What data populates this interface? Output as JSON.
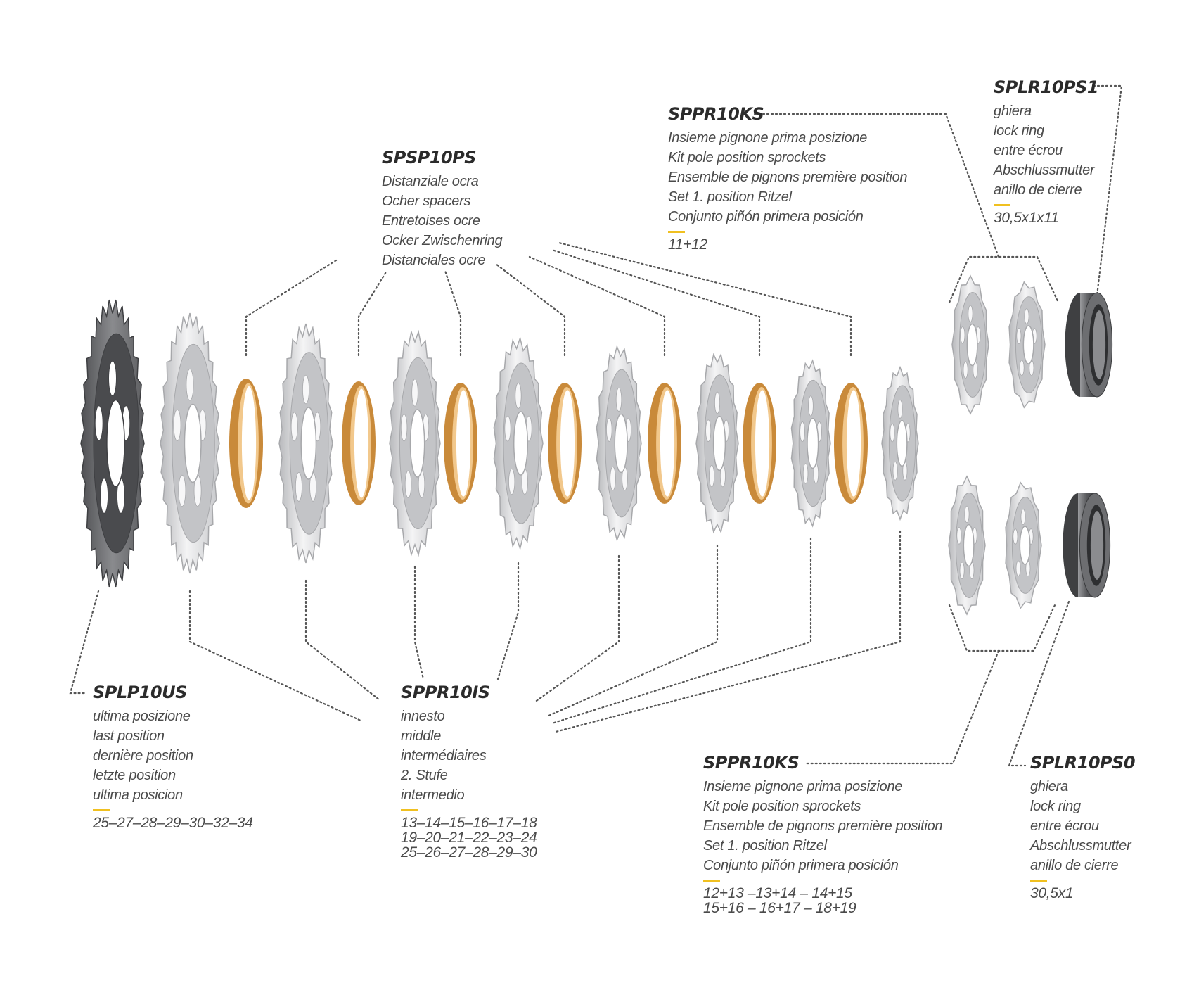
{
  "colors": {
    "accent": "#f0c020",
    "spacer_outer": "#c98a3a",
    "spacer_inner": "#f2c88c",
    "sprocket_silver": "#d9dadc",
    "sprocket_dark": "#6a6b6e",
    "lockring": "#555658",
    "leader": "#555555"
  },
  "labels": {
    "sps": {
      "code": "SPSP10PS",
      "desc": [
        "Distanziale ocra",
        "Ocher spacers",
        "Entretoises ocre",
        "Ocker Zwischenring",
        "Distanciales ocre"
      ],
      "sizes": []
    },
    "kstop": {
      "code": "SPPR10KS",
      "desc": [
        "Insieme pignone prima posizione",
        "Kit pole position sprockets",
        "Ensemble de pignons première position",
        "Set 1. position Ritzel",
        "Conjunto piñón primera posición"
      ],
      "sizes": [
        "11+12"
      ]
    },
    "ps1": {
      "code": "SPLR10PS1",
      "desc": [
        "ghiera",
        "lock ring",
        "entre écrou",
        "Abschlussmutter",
        "anillo de cierre"
      ],
      "sizes": [
        "30,5x1x11"
      ]
    },
    "us": {
      "code": "SPLP10US",
      "desc": [
        "ultima posizione",
        "last position",
        "dernière position",
        "letzte position",
        "ultima posicion"
      ],
      "sizes": [
        "25–27–28–29–30–32–34"
      ]
    },
    "is": {
      "code": "SPPR10IS",
      "desc": [
        "innesto",
        "middle",
        "intermédiaires",
        "2. Stufe",
        "intermedio"
      ],
      "sizes": [
        "13–14–15–16–17–18",
        "19–20–21–22–23–24",
        "25–26–27–28–29–30"
      ]
    },
    "ksbottom": {
      "code": "SPPR10KS",
      "desc": [
        "Insieme pignone prima posizione",
        "Kit pole position sprockets",
        "Ensemble de pignons première position",
        "Set 1. position Ritzel",
        "Conjunto piñón primera posición"
      ],
      "sizes": [
        "12+13 –13+14 – 14+15",
        "15+16 – 16+17 – 18+19"
      ]
    },
    "ps0": {
      "code": "SPLR10PS0",
      "desc": [
        "ghiera",
        "lock ring",
        "entre écrou",
        "Abschlussmutter",
        "anillo de cierre"
      ],
      "sizes": [
        "30,5x1"
      ]
    }
  }
}
